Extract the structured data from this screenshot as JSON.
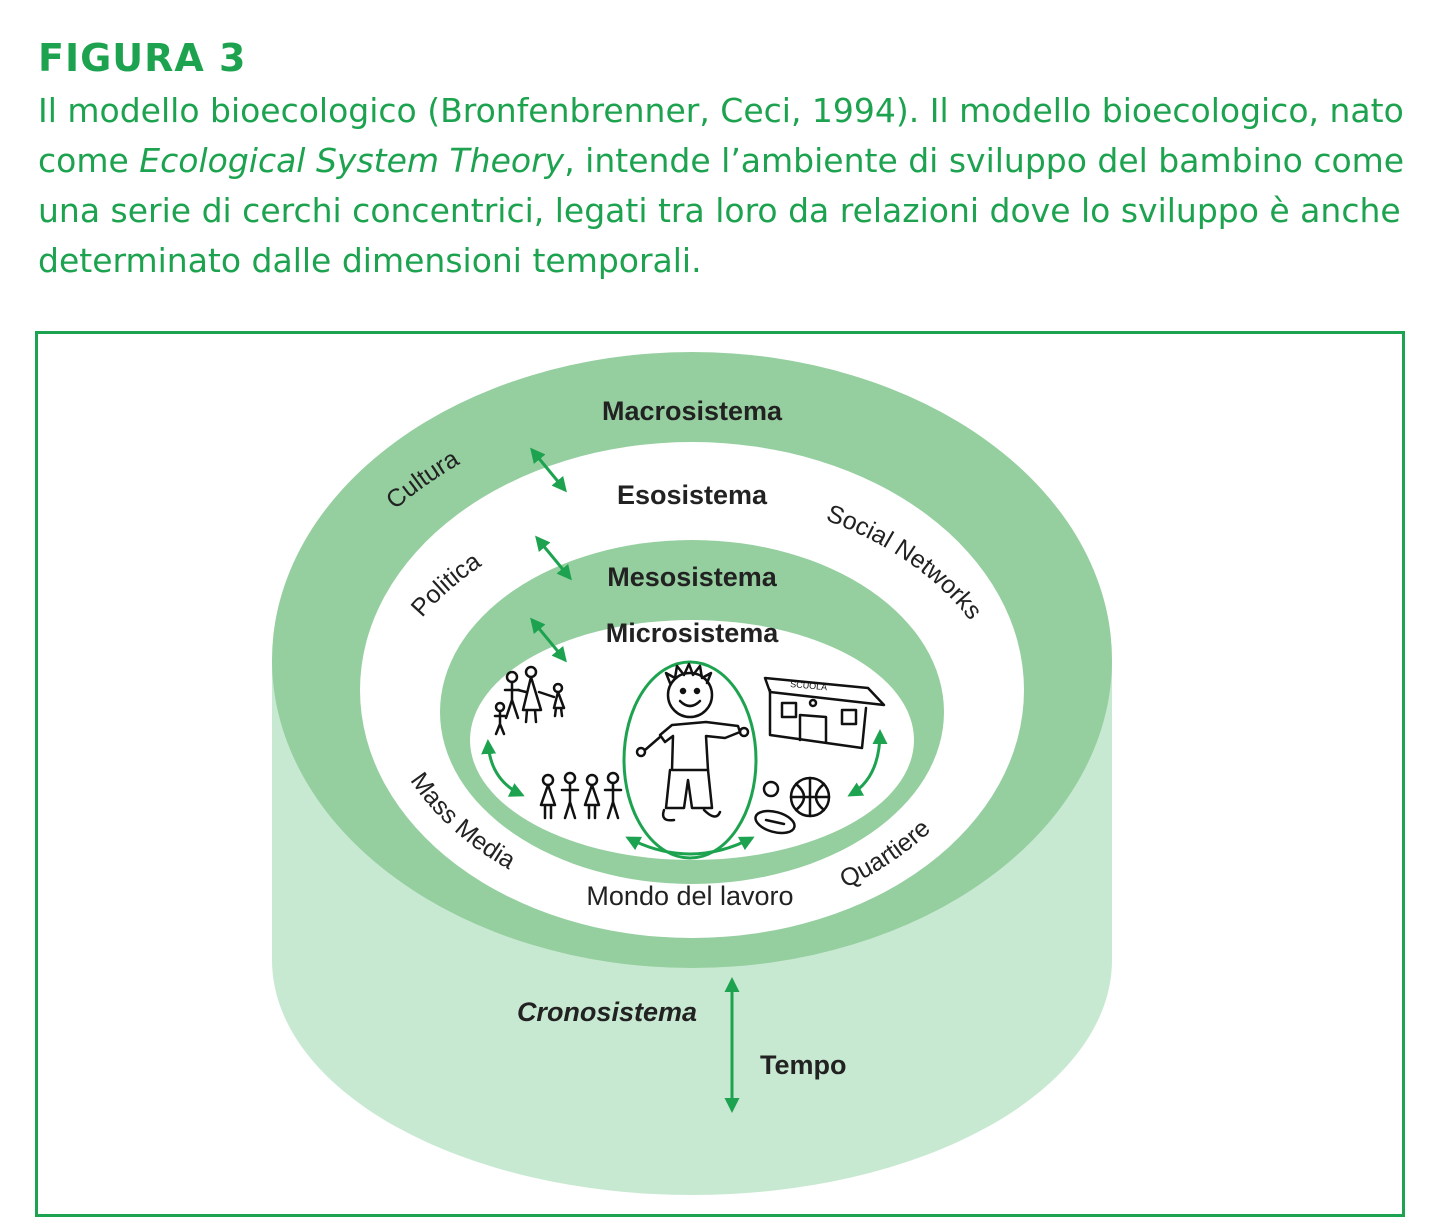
{
  "header": {
    "figure_label": "FIGURA 3",
    "caption_part1": "Il modello bioecologico (Bronfenbrenner, Ceci, 1994). Il modello bioecologico, nato come ",
    "caption_italic": "Ecological System Theory",
    "caption_part2": ", intende l’ambiente di sviluppo del bambino come una serie di cerchi concentrici, legati tra loro da relazioni dove lo sviluppo è anche determinato dalle dimensioni temporali."
  },
  "diagram": {
    "levels": {
      "macro": "Macrosistema",
      "eso": "Esosistema",
      "meso": "Mesosistema",
      "micro": "Microsistema",
      "crono": "Cronosistema",
      "tempo": "Tempo"
    },
    "ring_labels": {
      "cultura": "Cultura",
      "politica": "Politica",
      "social_networks": "Social Networks",
      "mass_media": "Mass Media",
      "mondo_lavoro": "Mondo del lavoro",
      "quartiere": "Quartiere"
    },
    "school_sign": "SCUOLA"
  },
  "colors": {
    "accent": "#1da34f",
    "dark_green": "#95cf9f",
    "light_green": "#c8e9d1"
  }
}
